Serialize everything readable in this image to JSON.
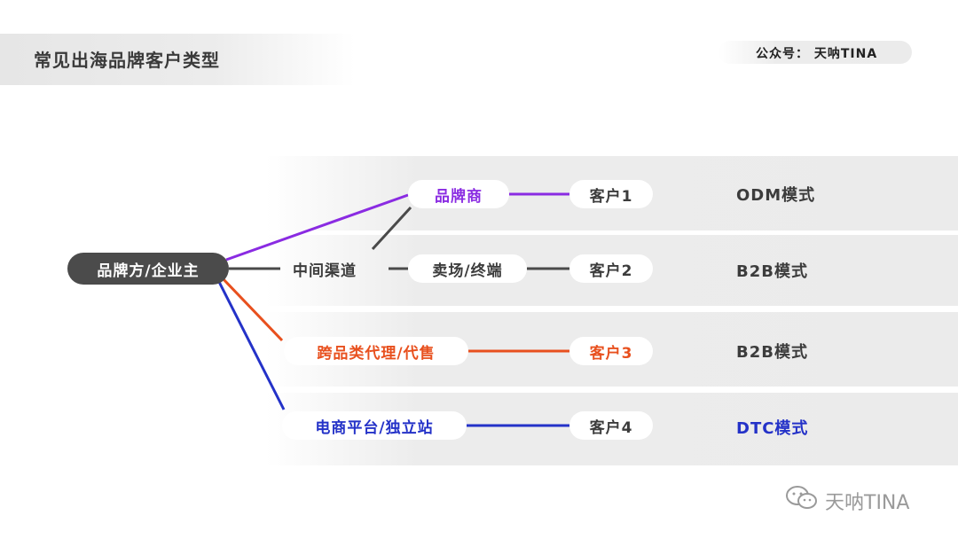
{
  "header": {
    "title": "常见出海品牌客户类型",
    "account": "公众号： 天呐TINA"
  },
  "diagram": {
    "root": "品牌方/企业主",
    "brand_merchant": "品牌商",
    "intermediary_channel": "中间渠道",
    "retail_terminal": "卖场/终端",
    "cross_category_agent": "跨品类代理/代售",
    "ecommerce_platform": "电商平台/独立站",
    "customers": [
      "客户1",
      "客户2",
      "客户3",
      "客户4"
    ],
    "models": [
      "ODM模式",
      "B2B模式",
      "B2B模式",
      "DTC模式"
    ]
  },
  "colors": {
    "purple": "#8a2be2",
    "orange": "#e8501e",
    "blue": "#2432c8",
    "dark": "#3c3c3c"
  },
  "watermark": {
    "text": "天呐TINA",
    "icon": "wechat-icon"
  }
}
